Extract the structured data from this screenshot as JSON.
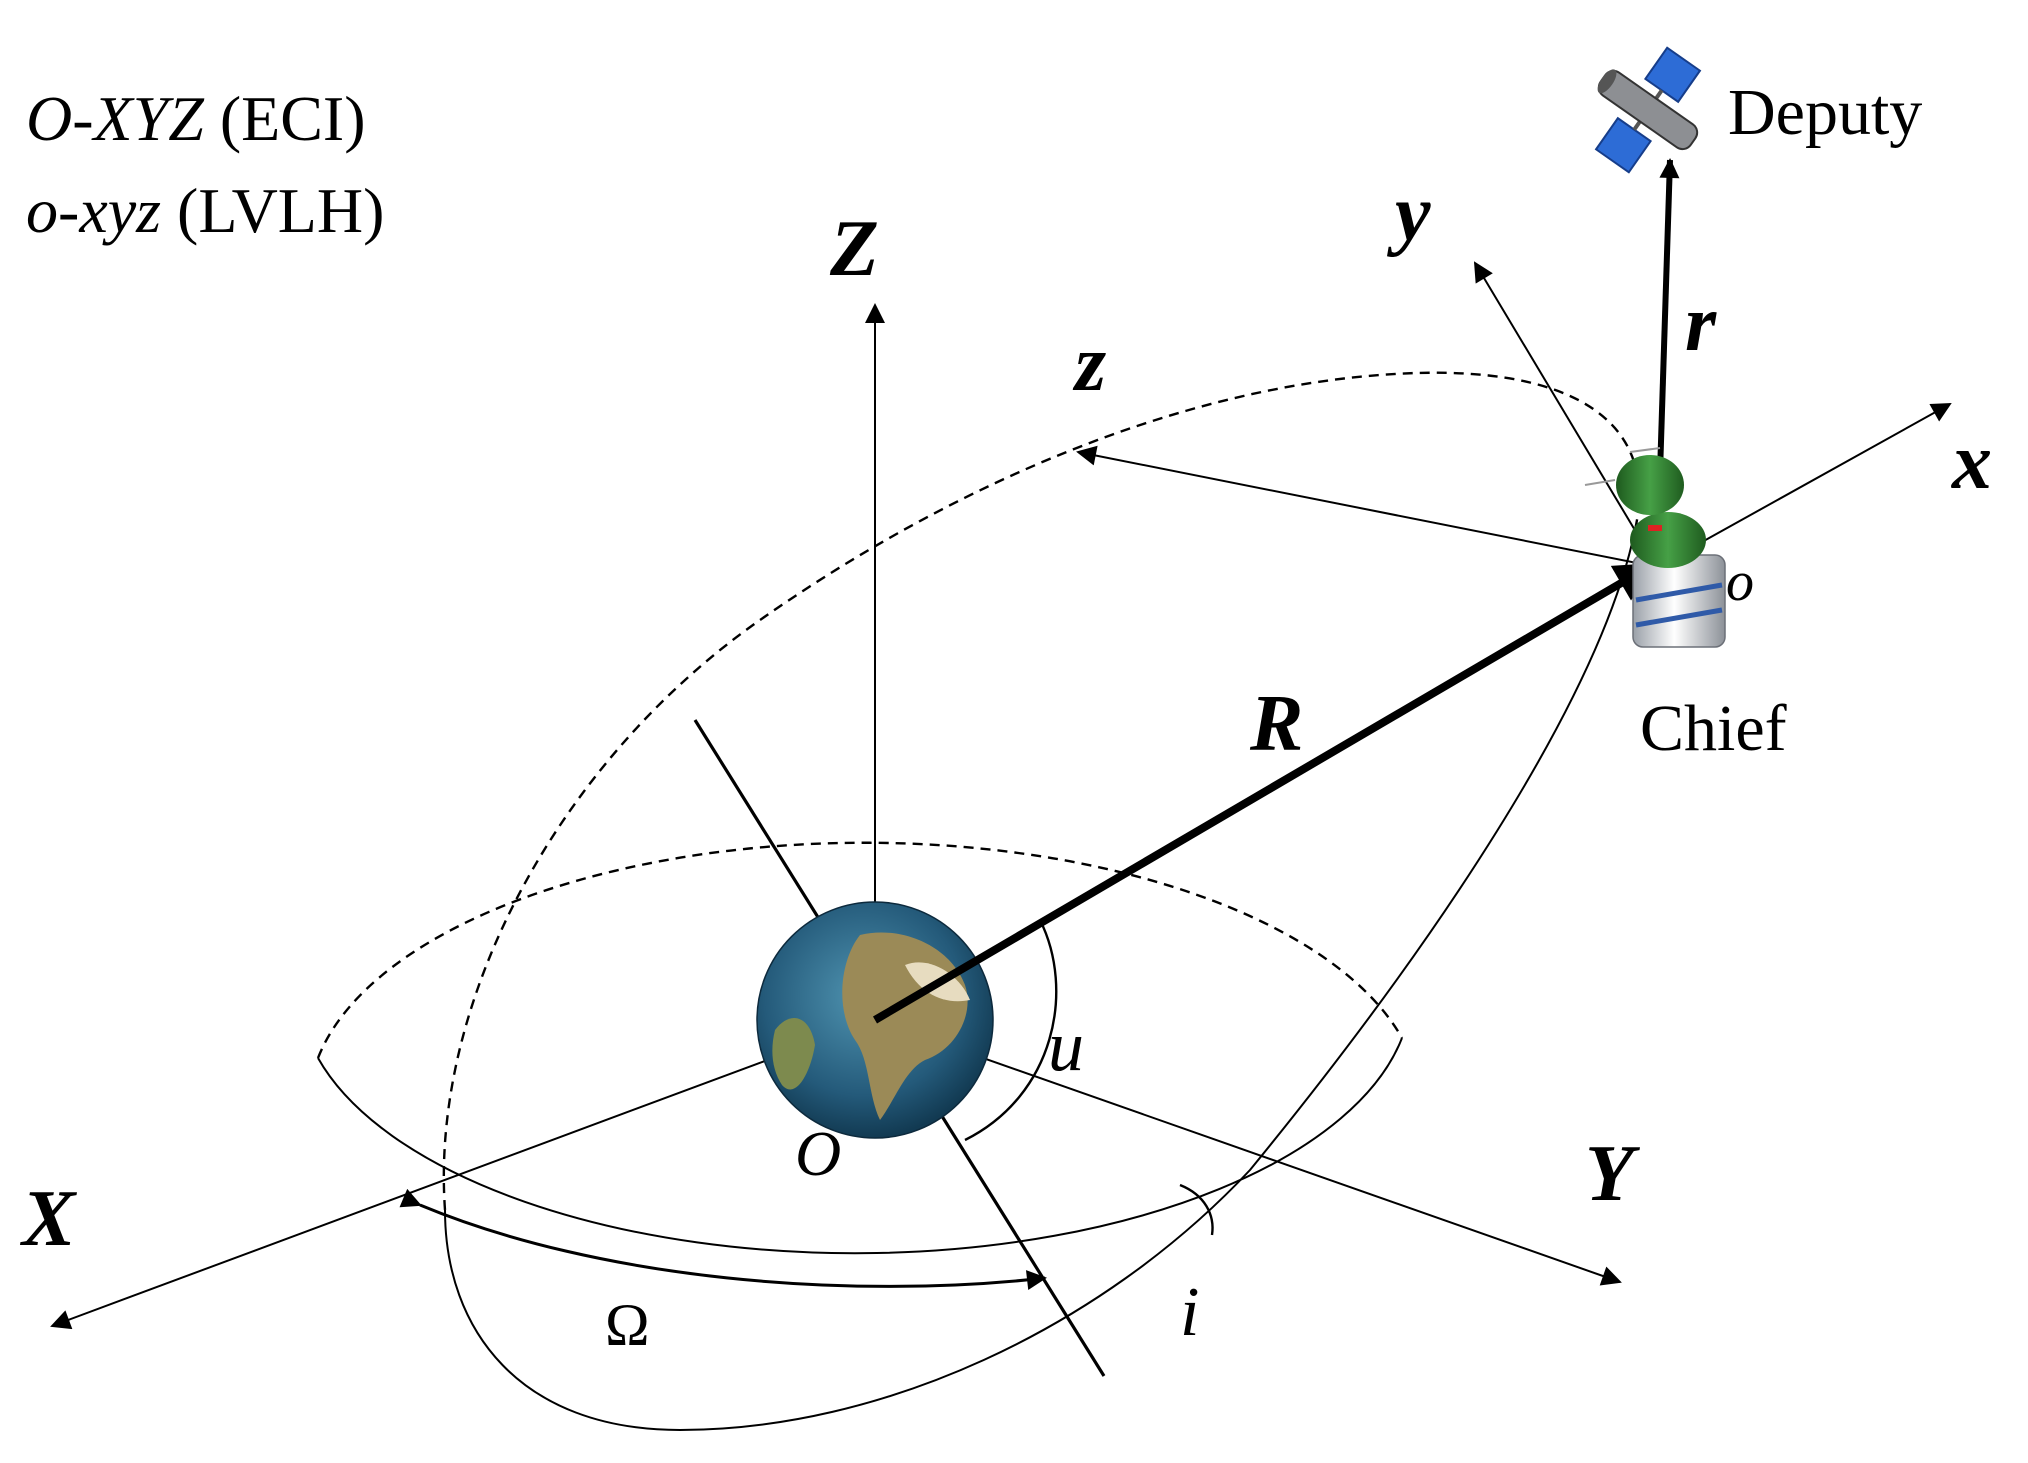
{
  "frames": {
    "eci_prefix": "O",
    "eci_axes": "XYZ",
    "eci_tag": " (ECI)",
    "lvlh_prefix": "o",
    "lvlh_axes": "xyz",
    "lvlh_tag": " (LVLH)"
  },
  "axes": {
    "big_x": "X",
    "big_y": "Y",
    "big_z": "Z",
    "small_x": "x",
    "small_y": "y",
    "small_z": "z"
  },
  "vectors": {
    "chief_position": "R",
    "relative_position": "r"
  },
  "angles": {
    "raan": "Ω",
    "inclination": "i",
    "latitude_argument": "u"
  },
  "points": {
    "earth_center": "O",
    "chief_origin": "o"
  },
  "spacecraft": {
    "chief": "Chief",
    "deputy": "Deputy"
  },
  "colors": {
    "ink": "#000000",
    "ocean": "#2c6a8c",
    "land": "#8a7a4a",
    "chief_green": "#2f7d2f",
    "deputy_panel": "#2d6cd6"
  }
}
